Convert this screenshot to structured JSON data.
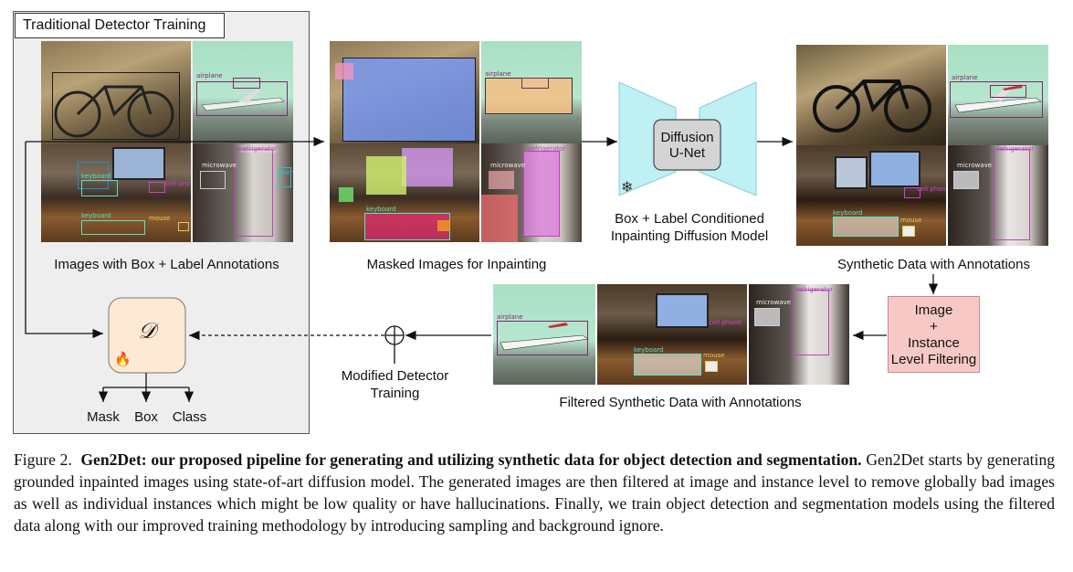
{
  "panel": {
    "title": "Traditional Detector Training"
  },
  "labels": {
    "annotated_images": "Images with Box + Label Annotations",
    "masked_images": "Masked Images for Inpainting",
    "model": "Box + Label Conditioned\nInpainting Diffusion Model",
    "model_line1": "Box + Label Conditioned",
    "model_line2": "Inpainting Diffusion Model",
    "synthetic": "Synthetic Data with Annotations",
    "filtered": "Filtered Synthetic Data with Annotations",
    "modified_training_line1": "Modified Detector",
    "modified_training_line2": "Training"
  },
  "unet": {
    "line1": "Diffusion",
    "line2": "U-Net",
    "frozen_icon": "snowflake-icon"
  },
  "filter_box": {
    "line1": "Image",
    "line2": "+",
    "line3": "Instance",
    "line4": "Level Filtering"
  },
  "detector": {
    "symbol": "𝒟",
    "trainable_icon": "fire-icon"
  },
  "outputs": [
    "Mask",
    "Box",
    "Class"
  ],
  "annotation_tags": {
    "airplane": "airplane",
    "keyboard": "keyboard",
    "mouse": "mouse",
    "microwave": "microwave",
    "cell_phone": "cell phone",
    "refrigerator": "refrigerator",
    "tv": "tv",
    "oven": "oven"
  },
  "caption": {
    "figure": "Figure 2.",
    "title": "Gen2Det: our proposed pipeline for generating and utilizing synthetic data for object detection and segmentation.",
    "body": "Gen2Det starts by generating grounded inpainted images using state-of-art diffusion model. The generated images are then filtered at image and instance level to remove globally bad images as well as individual instances which might be low quality or have hallucinations. Finally, we train object detection and segmentation models using the filtered data along with our improved training methodology by introducing sampling and background ignore."
  },
  "colors": {
    "unet_fill": "#bff0f3",
    "unet_block": "#d4d4d4",
    "filter_fill": "#f7c9c6",
    "detector_fill": "#fde9d4",
    "panel_fill": "#eeeeee"
  }
}
